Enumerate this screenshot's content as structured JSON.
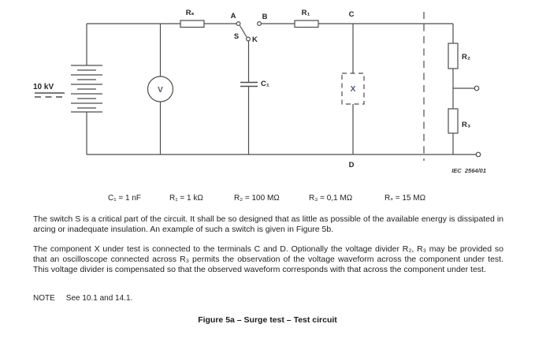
{
  "figure": {
    "source_label": "10 kV",
    "voltmeter_label": "V",
    "component_labels": {
      "rs": "Rₛ",
      "r1": "R₁",
      "r2": "R₂",
      "r3": "R₃",
      "c1": "C₁",
      "x": "X",
      "a": "A",
      "b": "B",
      "s": "S",
      "k": "K",
      "c": "C",
      "d": "D"
    },
    "iec_ref": "IEC  2564/01",
    "colors": {
      "wire": "#4c4c4c",
      "label_text": "#262626",
      "meter_letter": "#4b5877"
    }
  },
  "values_row": {
    "c1": "C₁ = 1 nF",
    "r1": "R₁ = 1 kΩ",
    "r2": "R₂ = 100 MΩ",
    "r3": "R₃ = 0,1 MΩ",
    "rs": "Rₛ = 15 MΩ"
  },
  "paragraphs": {
    "p1": "The switch S is a critical part of the circuit. It shall be so designed that as little as possible of the available energy is dissipated in arcing or inadequate insulation. An example of such a switch is given in Figure 5b.",
    "p2": "The component X under test is connected to the terminals C and D. Optionally the voltage divider R₂, R₃ may be provided so that an oscilloscope connected across R₃ permits the observation of the voltage waveform across the component under test. This voltage divider is compensated so that the observed waveform corresponds with that across the component under test."
  },
  "note": {
    "label": "NOTE",
    "text": "See 10.1 and 14.1."
  },
  "caption": "Figure 5a – Surge test – Test circuit"
}
